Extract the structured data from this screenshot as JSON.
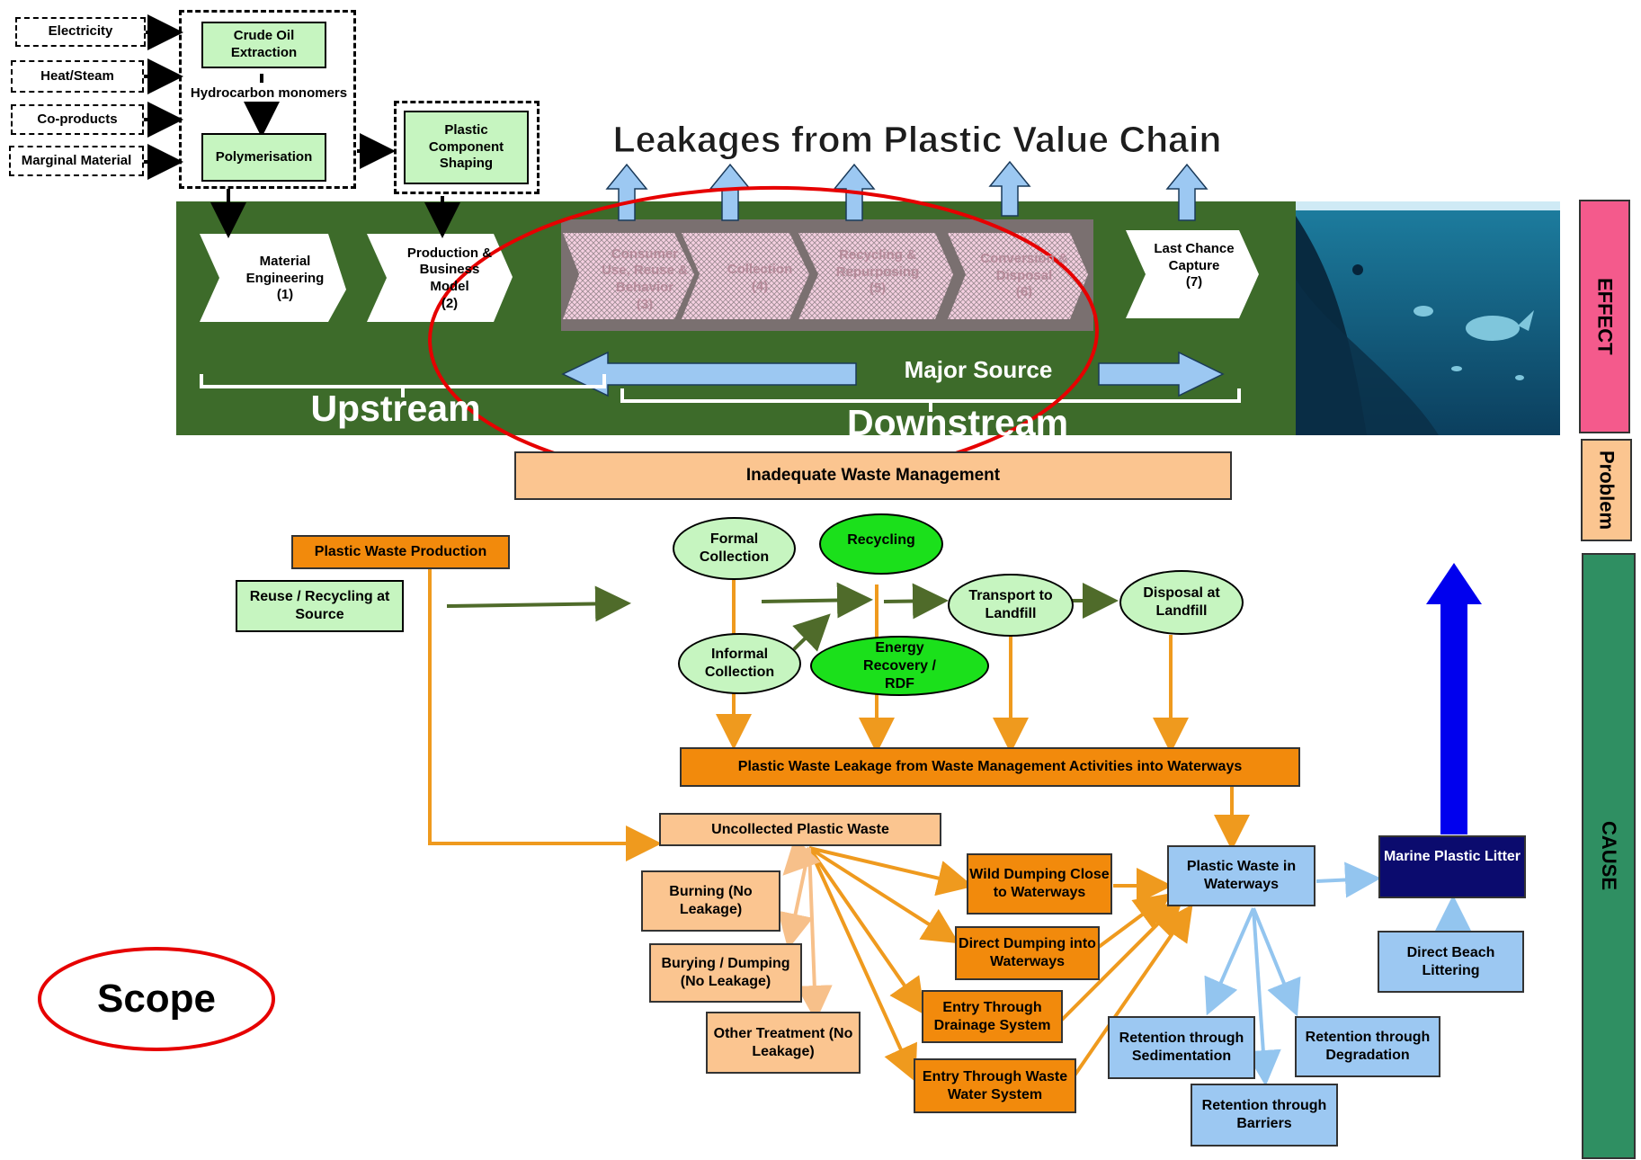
{
  "title": "Leakages from Plastic Value Chain",
  "inputs": [
    "Electricity",
    "Heat/Steam",
    "Co-products",
    "Marginal Material"
  ],
  "production": {
    "crude_oil": "Crude Oil Extraction",
    "hydrocarbon": "Hydrocarbon monomers",
    "polymerisation": "Polymerisation",
    "shaping": "Plastic Component Shaping"
  },
  "chain": [
    {
      "label": "Material Engineering",
      "num": "(1)"
    },
    {
      "label": "Production & Business Model",
      "num": "(2)"
    },
    {
      "label": "Consumer Use, Reuse & Behavior",
      "num": "(3)"
    },
    {
      "label": "Collection",
      "num": "(4)"
    },
    {
      "label": "Recycling & Repurposing",
      "num": "(5)"
    },
    {
      "label": "Conversion & Disposal",
      "num": "(6)"
    },
    {
      "label": "Last Chance Capture",
      "num": "(7)"
    }
  ],
  "major_source": "Major Source",
  "upstream": "Upstream",
  "downstream": "Downstream",
  "side_labels": {
    "effect": "EFFECT",
    "problem": "Problem",
    "cause": "CAUSE"
  },
  "problem": "Inadequate Waste Management",
  "cause": {
    "plastic_waste_production": "Plastic Waste Production",
    "reuse_recycling": "Reuse / Recycling at Source",
    "formal_collection": "Formal Collection",
    "informal_collection": "Informal Collection",
    "recycling": "Recycling",
    "energy_recovery": "Energy Recovery / RDF",
    "transport_landfill": "Transport to Landfill",
    "disposal_landfill": "Disposal at Landfill",
    "leakage": "Plastic Waste Leakage from Waste Management Activities into Waterways",
    "uncollected": "Uncollected Plastic Waste",
    "burning": "Burning (No Leakage)",
    "burying": "Burying / Dumping (No Leakage)",
    "other_treatment": "Other Treatment (No Leakage)",
    "wild_dumping": "Wild Dumping Close to Waterways",
    "direct_dumping": "Direct Dumping into Waterways",
    "drainage": "Entry Through Drainage System",
    "waste_water": "Entry Through Waste Water System",
    "waterways": "Plastic Waste in Waterways",
    "sedimentation": "Retention through Sedimentation",
    "barriers": "Retention through Barriers",
    "degradation": "Retention through Degradation",
    "marine_litter": "Marine Plastic Litter",
    "beach_littering": "Direct Beach Littering"
  },
  "scope": "Scope",
  "colors": {
    "band_green": "#3d6b2a",
    "light_green": "#c6f5c0",
    "bright_green": "#1be01b",
    "peach": "#fbc590",
    "orange": "#f28a0c",
    "light_blue": "#9cc8f2",
    "navy": "#0b0b6e",
    "scope_red": "#e60000",
    "effect_pink": "#f45a8c",
    "cause_teal": "#2f8f62"
  }
}
